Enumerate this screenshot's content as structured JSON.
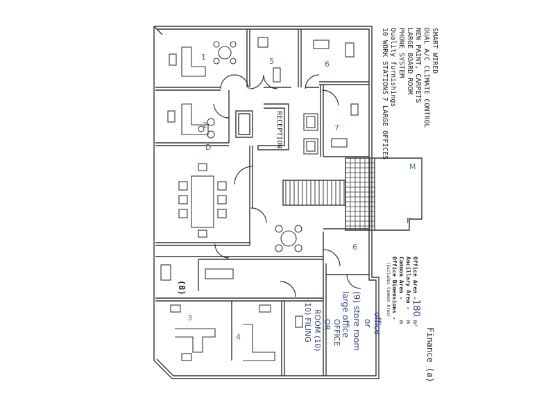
{
  "features": {
    "items": [
      "SMART WIRED",
      "DUAL A/C CLIMATE CONTROL",
      "NEW PAINT, CARPETS",
      "LARGE BOARD ROOM",
      "PHONE SYSTEM",
      "Quality furnishings",
      "10 WORK STATIONS"
    ],
    "offices_note": "7 LARGE OFFICES"
  },
  "rooms": {
    "r1": "1",
    "r2": "2",
    "r3": "3",
    "r4": "4",
    "r5": "5",
    "r6": "6",
    "r7": "7",
    "r8": "(8)",
    "reception": "RECEPTION",
    "store_line1": "(9)  store room",
    "store_line2": "large office",
    "store_line3": "or",
    "store_line4": "office",
    "filing_line1": "(10) FILING",
    "filing_line2": "ROOM (10)",
    "filing_line3": "OR",
    "filing_line4": "OFFICE",
    "lift_m": "M",
    "lift_f": "F",
    "door_d": "D",
    "small_6": "6"
  },
  "area_info": {
    "office_area_label": "Office Area -",
    "office_area_value": "180",
    "office_area_unit": "m²",
    "ancillary_label": "Ancillary Area -",
    "ancillary_unit": "m",
    "common_label": "Common Area -",
    "common_unit": "m",
    "dimensions_label": "Office Dimensions -",
    "dimensions_note": "(Excludes Common Area)"
  },
  "title": "Finance (a)"
}
